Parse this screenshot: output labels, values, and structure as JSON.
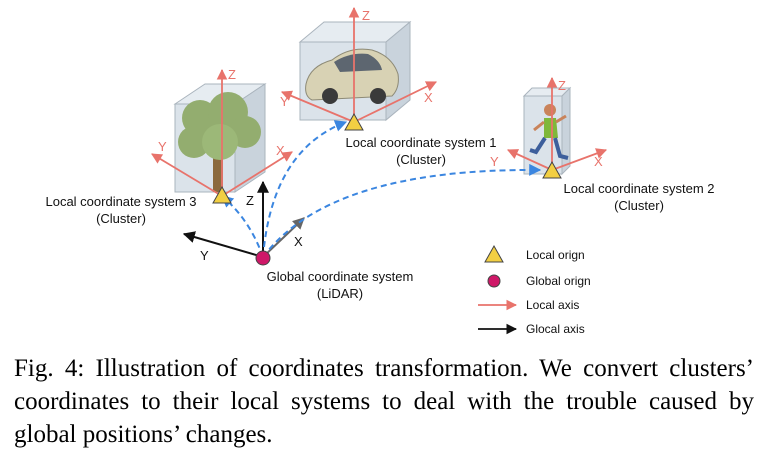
{
  "diagram": {
    "global": {
      "label_line1": "Global coordinate system",
      "label_line2": "(LiDAR)",
      "axis_x": "X",
      "axis_y": "Y",
      "axis_z": "Z"
    },
    "local1": {
      "label_line1": "Local coordinate system 1",
      "label_line2": "(Cluster)",
      "axis_x": "X",
      "axis_y": "Y",
      "axis_z": "Z",
      "object_icon": "car-icon"
    },
    "local2": {
      "label_line1": "Local coordinate system 2",
      "label_line2": "(Cluster)",
      "axis_x": "X",
      "axis_y": "Y",
      "axis_z": "Z",
      "object_icon": "pedestrian-icon"
    },
    "local3": {
      "label_line1": "Local coordinate system 3",
      "label_line2": "(Cluster)",
      "axis_x": "X",
      "axis_y": "Y",
      "axis_z": "Z",
      "object_icon": "tree-icon"
    },
    "legend": {
      "local_origin": "Local orign",
      "global_origin": "Global orign",
      "local_axis": "Local axis",
      "global_axis": "Glocal axis"
    },
    "colors": {
      "local_axis": "#e8736b",
      "global_axis": "#111111",
      "local_origin": "#f2cf43",
      "global_origin": "#cf1868",
      "transform_path": "#3b86e0",
      "box_face": "#d9e1e8",
      "tree": "#93ad6f"
    }
  },
  "caption": "Fig. 4: Illustration of coordinates transformation. We convert clusters’ coordinates to their local systems to deal with the trouble caused by global positions’ changes."
}
